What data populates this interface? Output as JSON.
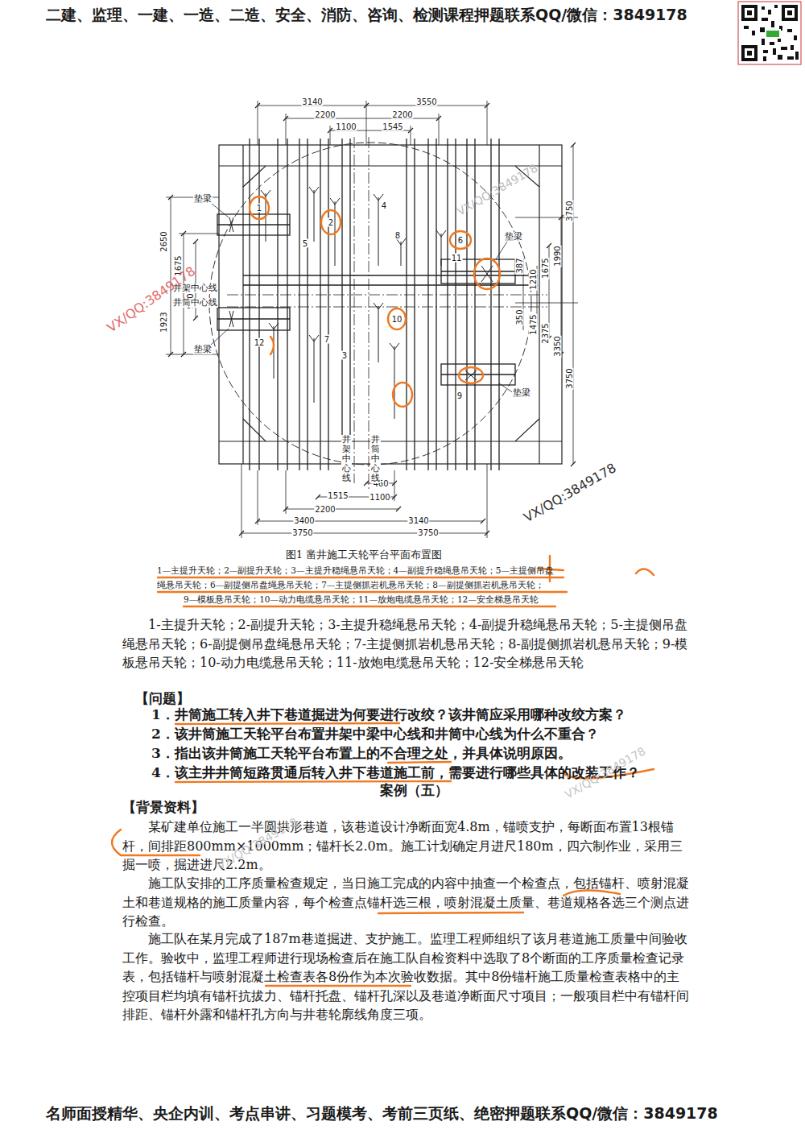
{
  "diagram": {
    "caption": "图1 凿井施工天轮平台平面布置图",
    "labels": [
      "二建、监理、一建、一造、二造、安全、消防、咨询、检测课程押题联系QQ/微信：3849178",
      "3140",
      "3550",
      "2200",
      "2200",
      "1100",
      "1545",
      "2650",
      "1675",
      "950",
      "1923",
      "3750",
      "1990",
      "1675",
      "1210",
      "387",
      "350",
      "1475",
      "2375",
      "3350",
      "3750",
      "460",
      "1515",
      "1100",
      "2200",
      "3140",
      "3400",
      "3750",
      "3750",
      "垫梁",
      "井架中心线",
      "井筒中心线",
      "垫梁",
      "垫梁",
      "垫梁",
      "井架中心线",
      "井筒中心线",
      "1",
      "5",
      "2",
      "4",
      "8",
      "6",
      "11",
      "10",
      "12",
      "7",
      "3",
      "9",
      "1—主提升天轮；2—副提升天轮；3—主提升稳绳悬吊天轮；4—副提升稳绳悬吊天轮；5—主提侧吊盘",
      "绳悬吊天轮；6—副提侧吊盘绳悬吊天轮；7—主提侧抓岩机悬吊天轮；8—副提侧抓岩机悬吊天轮；",
      "9—模板悬吊天轮；10—动力电缆悬吊天轮；11—放炮电缆悬吊天轮；12—安全梯悬吊天轮",
      "1-主提升天轮；2-副提升天轮；3-主提升稳绳悬吊天轮；4-副提升稳绳悬吊天轮；5-主提侧吊盘绳悬吊天轮；6-副提侧吊盘绳悬吊天轮；7-主提侧抓岩机悬吊天轮；8-副提侧抓岩机悬吊天轮；9-模板悬吊天轮；10-动力电缆悬吊天轮；11-放炮电缆悬吊天轮；12-安全梯悬吊天轮",
      "【问题】",
      "1．井筒施工转入井下巷道掘进为何要进行改绞？该井筒应采用哪种改绞方案？",
      "2．该井筒施工天轮平台布置井架中梁中心线和井筒中心线为什么不重合？",
      "3．指出该井筒施工天轮平台布置上的不合理之处，并具体说明原因。",
      "4．该主井井筒短路贯通后转入井下巷道施工前，需要进行哪些具体的改装工作？",
      "案例（五）",
      "【背景资料】",
      "某矿建单位施工一半圆拱形巷道，该巷道设计净断面宽4.8m，锚喷支护，每断面布置13根锚杆，间排距800mm×1000mm；锚杆长2.0m。施工计划确定月进尺180m，四六制作业，采用三掘一喷，掘进进尺2.2m。",
      "施工队安排的工序质量检查规定，当日施工完成的内容中抽查一个检查点，包括锚杆、喷射混凝土和巷道规格的施工质量内容，每个检查点锚杆选三根，喷射混凝土质量、巷道规格各选三个测点进行检查。",
      "施工队在某月完成了187m巷道掘进、支护施工。监理工程师组织了该月巷道施工质量中间验收工作。验收中，监理工程师进行现场检查后在施工队自检资料中选取了8个断面的工序质量检查记录表，包括锚杆与喷射混凝土检查表各8份作为本次验收数据。其中8份锚杆施工质量检查表格中的主控项目栏均填有锚杆抗拔力、锚杆托盘、锚杆孔深以及巷道净断面尺寸项目；一般项目栏中有锚杆间排距、锚杆外露和锚杆孔方向与井巷轮廓线角度三项。",
      "名师面授精华、央企内训、考点串讲、习题模考、考前三页纸、绝密押题联系QQ/微信：3849178",
      "VX/QQ:3849178",
      "VX/QQ:3849178",
      "VX/QQ:3849178",
      "VX/QQ:3849178",
      "VX/QQ:3849178"
    ]
  }
}
